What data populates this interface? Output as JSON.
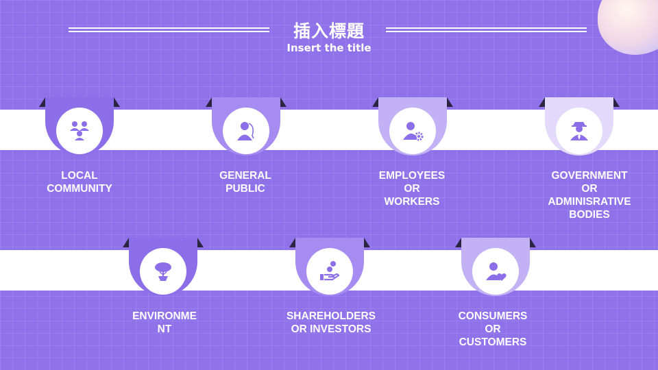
{
  "header": {
    "title_cn": "插入標題",
    "subtitle_en": "Insert the title"
  },
  "colors": {
    "background": "#8f72ea",
    "band": "#ffffff",
    "icon": "#8c6ee8",
    "shades": [
      "#8c6ee8",
      "#a68bf0",
      "#c3b1f6",
      "#e3d9fb"
    ]
  },
  "stakeholders": [
    {
      "label": "LOCAL\nCOMMUNITY",
      "icon": "community-icon"
    },
    {
      "label": "GENERAL\nPUBLIC",
      "icon": "person-icon"
    },
    {
      "label": "EMPLOYEES\nOR\nWORKERS",
      "icon": "worker-gear-icon"
    },
    {
      "label": "GOVERNMENT\nOR\nADMINISRATIVE\nBODIES",
      "icon": "official-icon"
    },
    {
      "label": "ENVIRONME\nNT",
      "icon": "tree-icon"
    },
    {
      "label": "SHAREHOLDERS\nOR INVESTORS",
      "icon": "coins-hand-icon"
    },
    {
      "label": "CONSUMERS\nOR\nCUSTOMERS",
      "icon": "person-heart-icon"
    }
  ]
}
